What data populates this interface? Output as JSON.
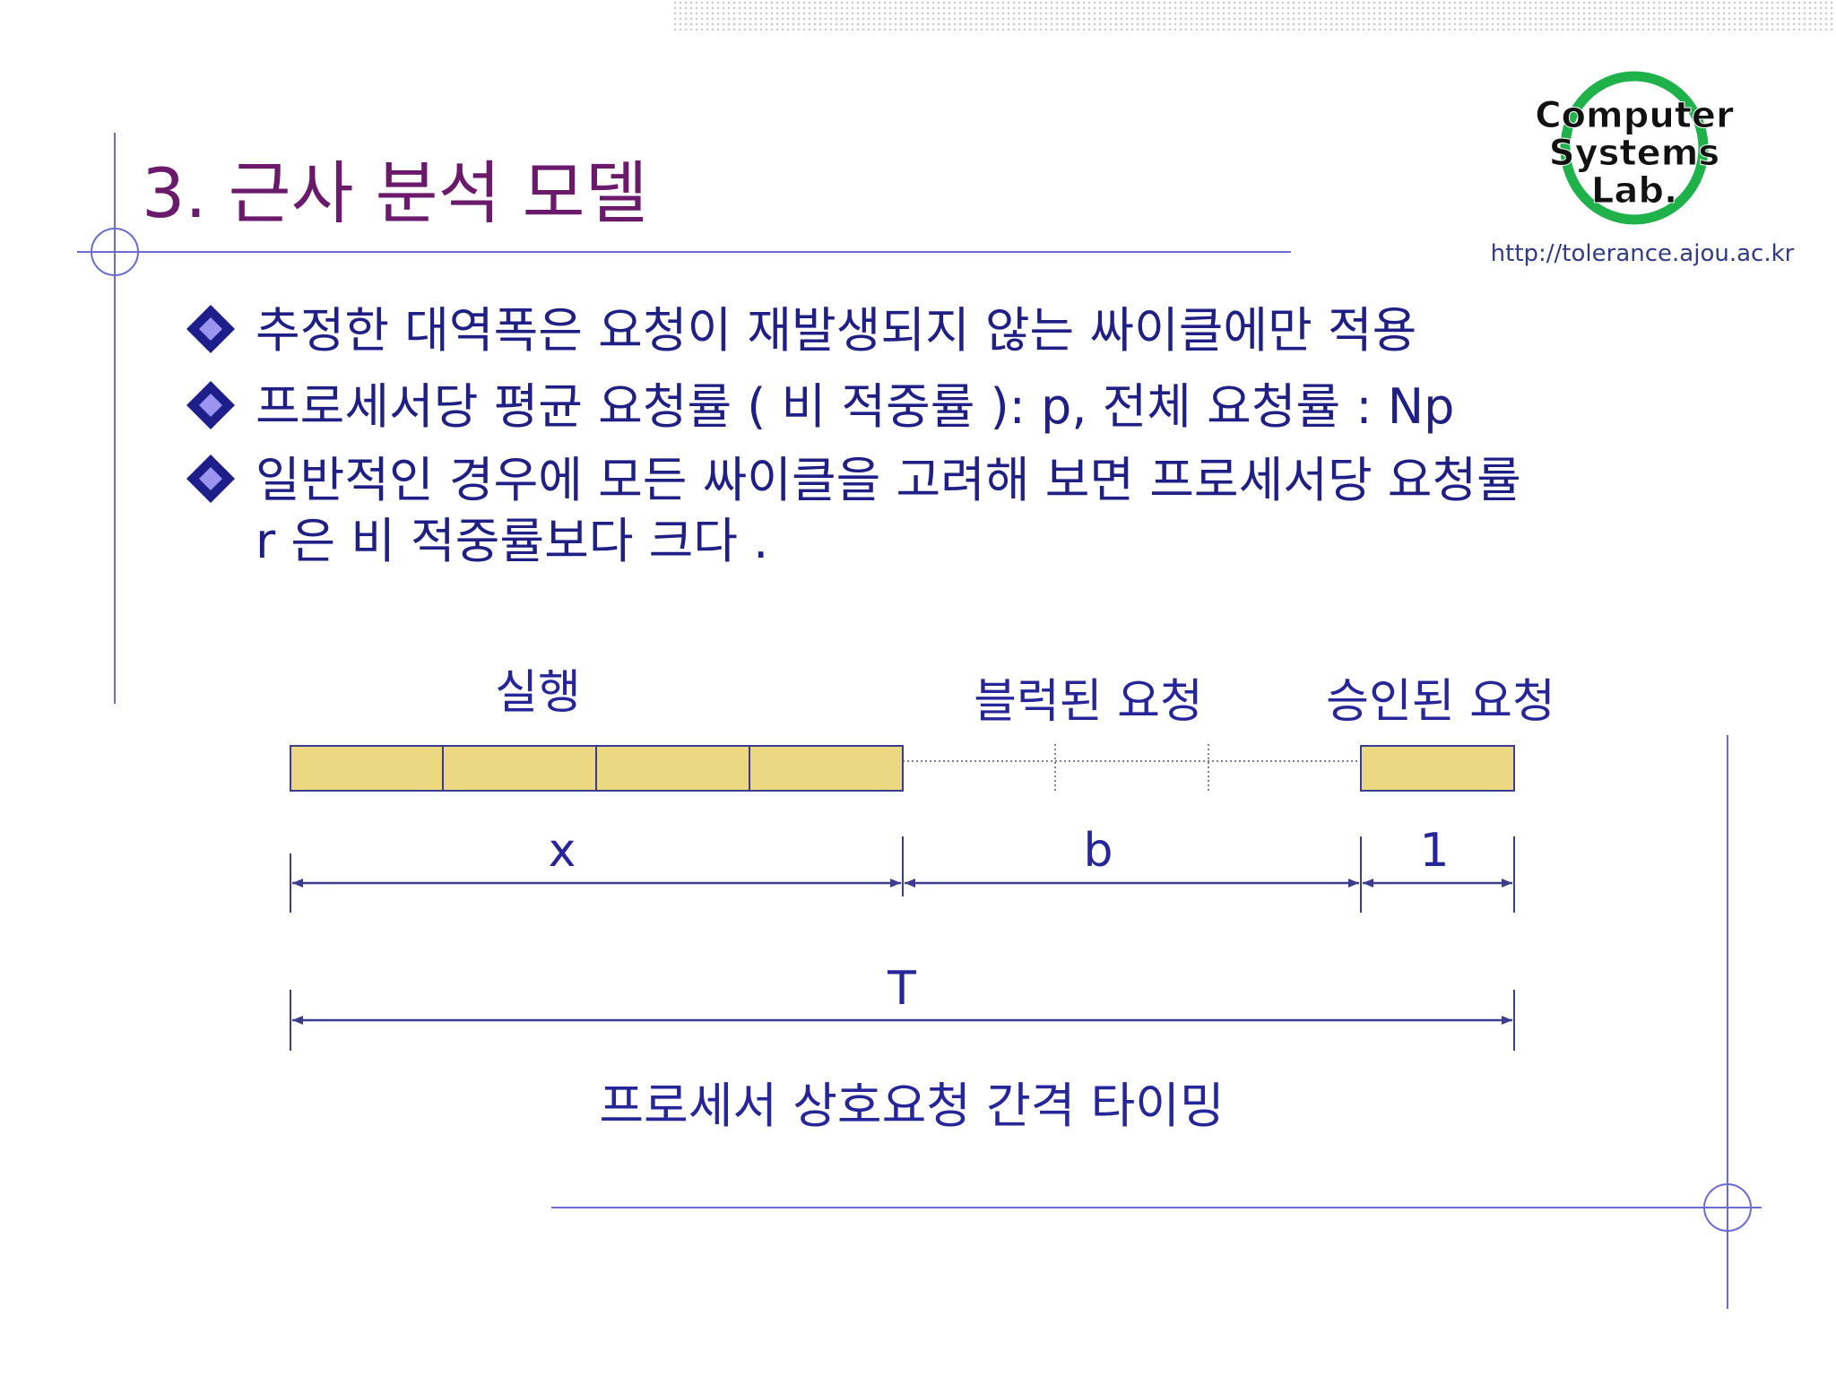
{
  "slide": {
    "title": "3.  근사 분석 모델",
    "logo": {
      "line1": "Computer",
      "line2": "Systems",
      "line3": "Lab."
    },
    "url": "http://tolerance.ajou.ac.kr",
    "bullets": [
      {
        "lines": [
          "추정한 대역폭은 요청이 재발생되지 않는 싸이클에만 적용"
        ]
      },
      {
        "lines": [
          "프로세서당 평균 요청률 ( 비 적중률 ): p,  전체 요청률 : Np"
        ]
      },
      {
        "lines": [
          "일반적인 경우에 모든 싸이클을 고려해 보면 프로세서당 요청률",
          "r 은 비 적중률보다 크다 ."
        ]
      }
    ]
  },
  "diagram": {
    "segment_labels": {
      "execute": "실행",
      "blocked": "블럭된 요청",
      "granted": "승인된 요청"
    },
    "interval_labels": {
      "x": "x",
      "b": "b",
      "one": "1",
      "T": "T"
    },
    "caption": "프로세서 상호요청 간격 타이밍",
    "colors": {
      "bar_fill": "#ecd783",
      "line": "#3b3b8f",
      "title": "#6b1a6b",
      "text": "#1f1f85"
    }
  }
}
